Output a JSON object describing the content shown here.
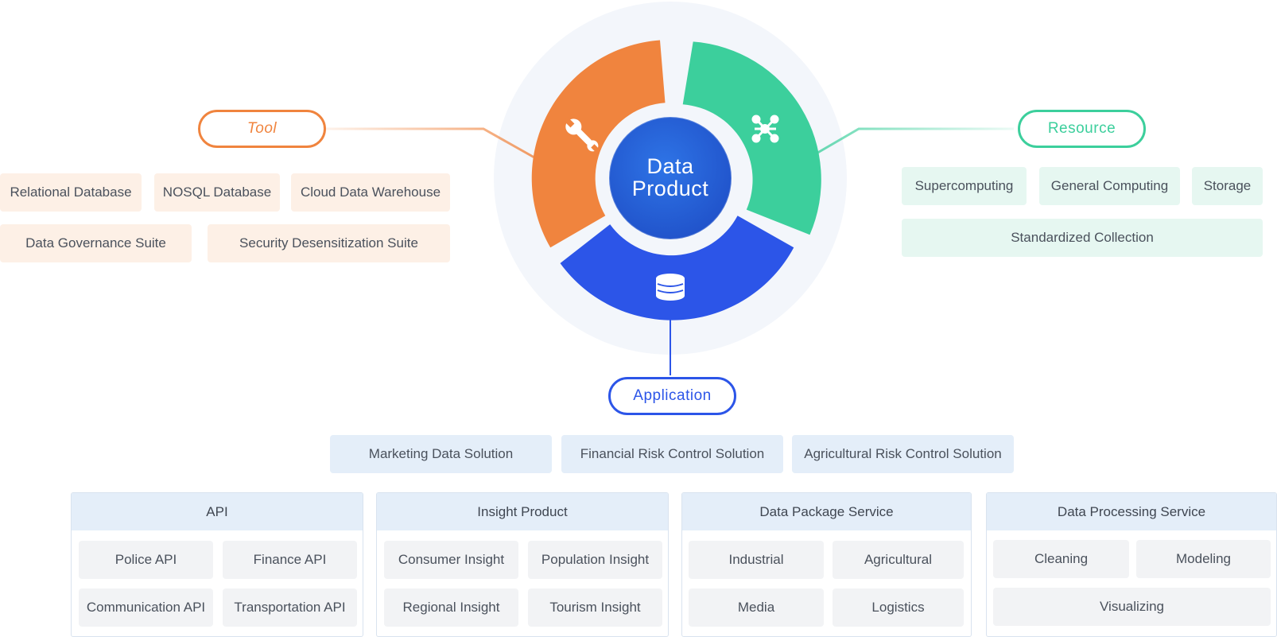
{
  "hub": {
    "title_line1": "Data",
    "title_line2": "Product",
    "colors": {
      "tool": "#f0843e",
      "resource": "#3ccf9c",
      "application": "#2c55e8",
      "core": "#2a6fe0"
    },
    "segment_icons": [
      "wrench-icon",
      "network-icon",
      "database-icon"
    ]
  },
  "tool": {
    "label": "Tool",
    "items": [
      "Relational Database",
      "NOSQL Database",
      "Cloud Data Warehouse",
      "Data Governance Suite",
      "Security Desensitization Suite"
    ]
  },
  "resource": {
    "label": "Resource",
    "items": [
      "Supercomputing",
      "General Computing",
      "Storage",
      "Standardized Collection"
    ]
  },
  "application": {
    "label": "Application",
    "solutions": [
      "Marketing Data Solution",
      "Financial Risk Control Solution",
      "Agricultural Risk Control Solution"
    ],
    "groups": [
      {
        "title": "API",
        "items": [
          "Police API",
          "Finance API",
          "Communication API",
          "Transportation API"
        ]
      },
      {
        "title": "Insight Product",
        "items": [
          "Consumer Insight",
          "Population Insight",
          "Regional Insight",
          "Tourism Insight"
        ]
      },
      {
        "title": "Data Package Service",
        "items": [
          "Industrial",
          "Agricultural",
          "Media",
          "Logistics"
        ]
      },
      {
        "title": "Data Processing Service",
        "items": [
          "Cleaning",
          "Modeling",
          "Visualizing"
        ]
      }
    ]
  }
}
